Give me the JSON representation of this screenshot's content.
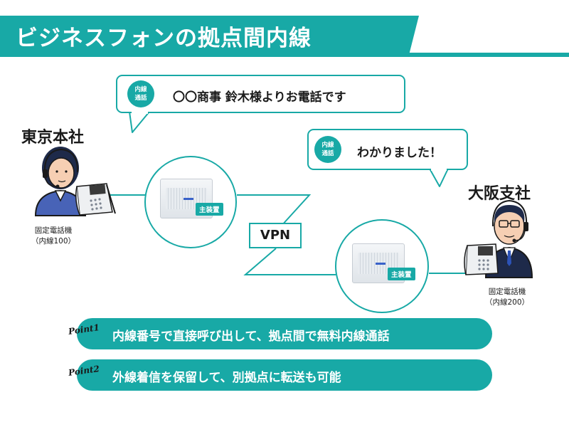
{
  "header": {
    "title": "ビジネスフォンの拠点間内線"
  },
  "tokyo": {
    "label": "東京本社",
    "phone_caption_line1": "固定電話機",
    "phone_caption_line2": "（内線100）"
  },
  "osaka": {
    "label": "大阪支社",
    "phone_caption_line1": "固定電話機",
    "phone_caption_line2": "（内線200）"
  },
  "bubbles": [
    {
      "badge_line1": "内線",
      "badge_line2": "通話",
      "text": "〇〇商事 鈴木様よりお電話です"
    },
    {
      "badge_line1": "内線",
      "badge_line2": "通話",
      "text": "わかりました！"
    }
  ],
  "devices": [
    {
      "tag": "主装置"
    },
    {
      "tag": "主装置"
    }
  ],
  "vpn": {
    "label": "VPN"
  },
  "points": [
    {
      "label": "Point1",
      "text": "内線番号で直接呼び出して、拠点間で無料内線通話"
    },
    {
      "label": "Point2",
      "text": "外線着信を保留して、別拠点に転送も可能"
    }
  ],
  "colors": {
    "accent": "#18a9a6",
    "text": "#1a1a1a"
  }
}
